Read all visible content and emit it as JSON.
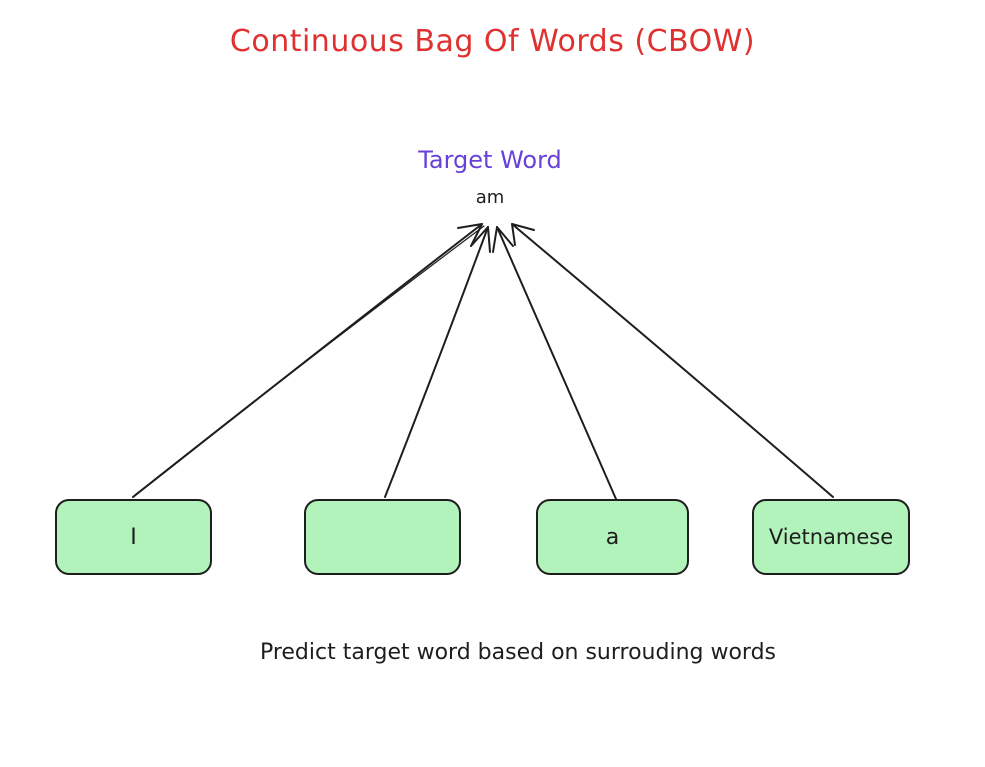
{
  "title": "Continuous Bag Of Words (CBOW)",
  "target": {
    "label": "Target Word",
    "word": "am"
  },
  "context_words": [
    {
      "text": "I"
    },
    {
      "text": ""
    },
    {
      "text": "a"
    },
    {
      "text": "Vietnamese"
    }
  ],
  "caption": "Predict target word based on surrouding words",
  "colors": {
    "title": "#e03131",
    "target_label": "#6741d9",
    "box_fill": "#b2f2bb",
    "stroke": "#1e1e1e"
  }
}
